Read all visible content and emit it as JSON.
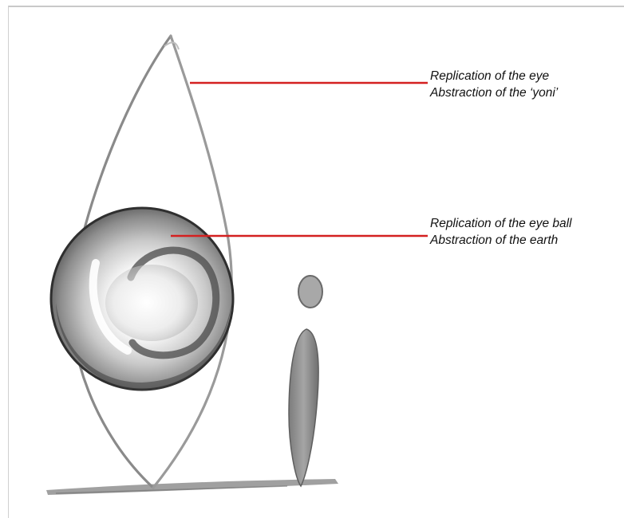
{
  "annotations": [
    {
      "line1": "Replication of the eye",
      "line2": "Abstraction of the ‘yoni’"
    },
    {
      "line1": "Replication of the eye ball",
      "line2": "Abstraction of the earth"
    }
  ],
  "colors": {
    "leader_line": "#d42020",
    "stroke_grey": "#8a8a8a",
    "ink_dark": "#2b2b2b",
    "background": "#ffffff"
  }
}
